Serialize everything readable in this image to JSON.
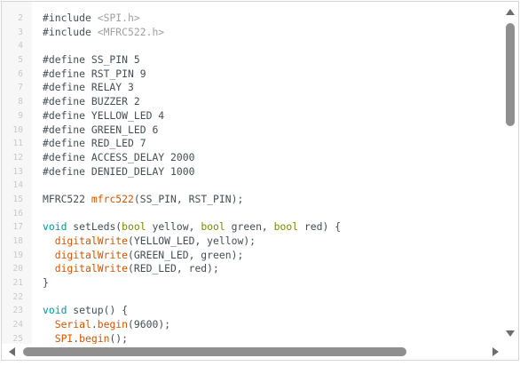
{
  "editor": {
    "lines": [
      {
        "n": "2",
        "tokens": [
          [
            "p",
            "#include "
          ],
          [
            "str",
            "<SPI.h>"
          ]
        ]
      },
      {
        "n": "3",
        "tokens": [
          [
            "p",
            "#include "
          ],
          [
            "str",
            "<MFRC522.h>"
          ]
        ]
      },
      {
        "n": "4",
        "tokens": []
      },
      {
        "n": "5",
        "tokens": [
          [
            "p",
            "#define SS_PIN 5"
          ]
        ]
      },
      {
        "n": "6",
        "tokens": [
          [
            "p",
            "#define RST_PIN 9"
          ]
        ]
      },
      {
        "n": "7",
        "tokens": [
          [
            "p",
            "#define RELAY 3"
          ]
        ]
      },
      {
        "n": "8",
        "tokens": [
          [
            "p",
            "#define BUZZER 2"
          ]
        ]
      },
      {
        "n": "9",
        "tokens": [
          [
            "p",
            "#define YELLOW_LED 4"
          ]
        ]
      },
      {
        "n": "10",
        "tokens": [
          [
            "p",
            "#define GREEN_LED 6"
          ]
        ]
      },
      {
        "n": "11",
        "tokens": [
          [
            "p",
            "#define RED_LED 7"
          ]
        ]
      },
      {
        "n": "12",
        "tokens": [
          [
            "p",
            "#define ACCESS_DELAY 2000"
          ]
        ]
      },
      {
        "n": "13",
        "tokens": [
          [
            "p",
            "#define DENIED_DELAY 1000"
          ]
        ]
      },
      {
        "n": "14",
        "tokens": []
      },
      {
        "n": "15",
        "tokens": [
          [
            "p",
            "MFRC522 "
          ],
          [
            "fn",
            "mfrc522"
          ],
          [
            "p",
            "(SS_PIN, RST_PIN);"
          ]
        ]
      },
      {
        "n": "16",
        "tokens": []
      },
      {
        "n": "17",
        "tokens": [
          [
            "kw",
            "void"
          ],
          [
            "p",
            " setLeds("
          ],
          [
            "type",
            "bool"
          ],
          [
            "p",
            " yellow, "
          ],
          [
            "type",
            "bool"
          ],
          [
            "p",
            " green, "
          ],
          [
            "type",
            "bool"
          ],
          [
            "p",
            " red) {"
          ]
        ]
      },
      {
        "n": "18",
        "tokens": [
          [
            "p",
            "  "
          ],
          [
            "fn",
            "digitalWrite"
          ],
          [
            "p",
            "(YELLOW_LED, yellow);"
          ]
        ]
      },
      {
        "n": "19",
        "tokens": [
          [
            "p",
            "  "
          ],
          [
            "fn",
            "digitalWrite"
          ],
          [
            "p",
            "(GREEN_LED, green);"
          ]
        ]
      },
      {
        "n": "20",
        "tokens": [
          [
            "p",
            "  "
          ],
          [
            "fn",
            "digitalWrite"
          ],
          [
            "p",
            "(RED_LED, red);"
          ]
        ]
      },
      {
        "n": "21",
        "tokens": [
          [
            "p",
            "}"
          ]
        ]
      },
      {
        "n": "22",
        "tokens": []
      },
      {
        "n": "23",
        "tokens": [
          [
            "kw",
            "void"
          ],
          [
            "p",
            " setup() {"
          ]
        ]
      },
      {
        "n": "24",
        "tokens": [
          [
            "p",
            "  "
          ],
          [
            "fn",
            "Serial"
          ],
          [
            "p",
            "."
          ],
          [
            "fn",
            "begin"
          ],
          [
            "p",
            "(9600);"
          ]
        ]
      },
      {
        "n": "25",
        "tokens": [
          [
            "p",
            "  "
          ],
          [
            "fn",
            "SPI"
          ],
          [
            "p",
            "."
          ],
          [
            "fn",
            "begin"
          ],
          [
            "p",
            "();"
          ]
        ]
      }
    ],
    "colors": {
      "keyword": "#00979c",
      "function": "#d35400",
      "type": "#728e00",
      "include_path": "#a0a0a0",
      "plain": "#434f54",
      "line_number": "#c8c8c8",
      "scroll_thumb": "#8f8f8f"
    }
  },
  "scrollbars": {
    "vertical": {
      "up_icon": "triangle-up",
      "down_icon": "triangle-down"
    },
    "horizontal": {
      "left_icon": "triangle-left",
      "right_icon": "triangle-right"
    }
  }
}
